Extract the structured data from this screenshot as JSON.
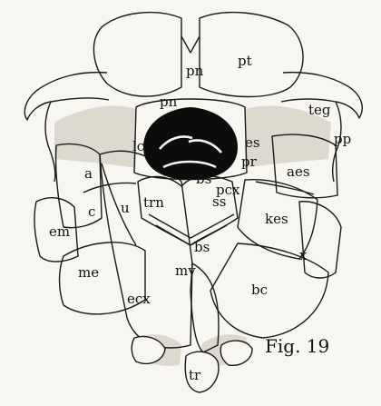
{
  "figure": {
    "caption": "Fig. 19",
    "ink_color": "#1a1a1a",
    "paper_color": "#f7f6f1",
    "labels": {
      "pt": "pt",
      "pn_upper": "pn",
      "pn_lower": "pn",
      "teg": "teg",
      "pp": "pp",
      "lc": "lc",
      "es": "es",
      "pr": "pr",
      "aes": "aes",
      "a": "a",
      "bs_upper": "bs",
      "pcx": "pcx",
      "trn": "trn",
      "ss": "ss",
      "c": "c",
      "u": "u",
      "em": "em",
      "kes": "kes",
      "bs_lower": "bs",
      "x": "x",
      "me": "me",
      "mv": "mv",
      "ecx": "ecx",
      "bc": "bc",
      "tr": "tr"
    }
  }
}
